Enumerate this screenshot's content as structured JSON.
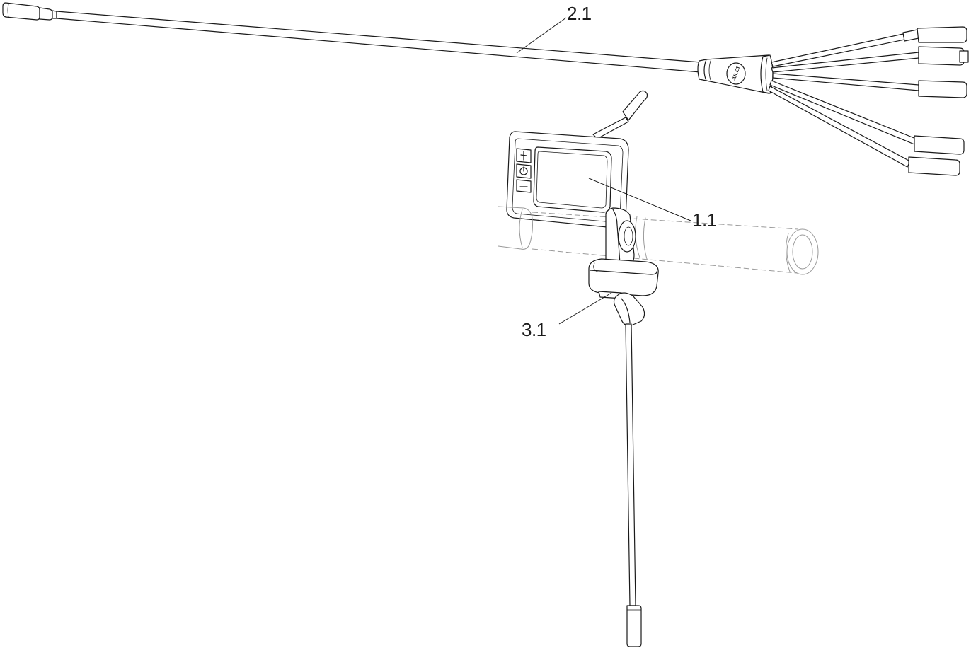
{
  "callouts": {
    "cable_harness": "2.1",
    "display": "1.1",
    "remote_mount": "3.1"
  },
  "connector_logo": "JULET"
}
